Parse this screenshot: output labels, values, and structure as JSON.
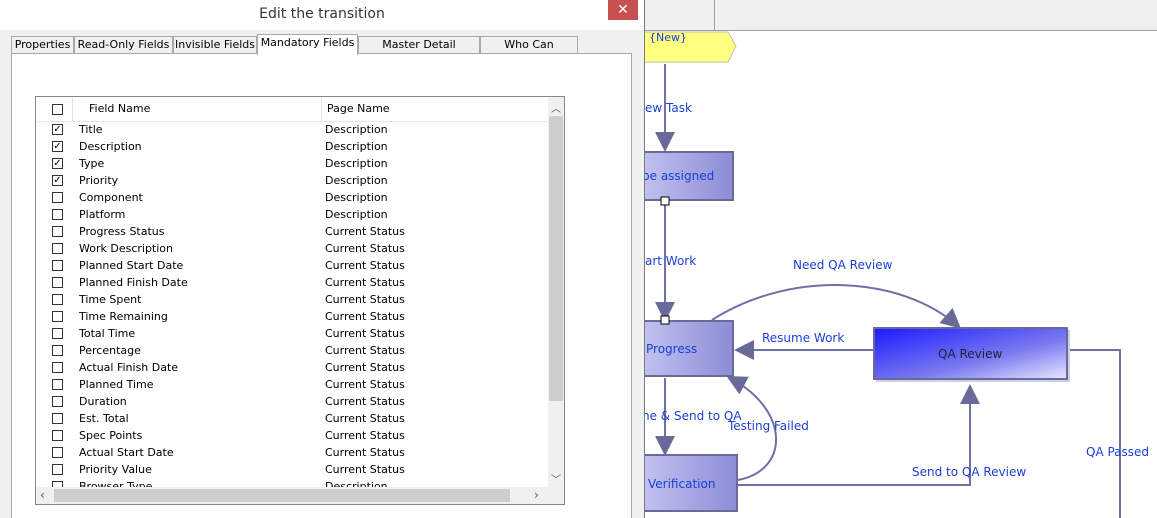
{
  "dialog": {
    "title": "Edit the transition",
    "close_glyph": "✕",
    "tabs": [
      {
        "label": "Properties"
      },
      {
        "label": "Read-Only Fields"
      },
      {
        "label": "Invisible Fields"
      },
      {
        "label": "Mandatory Fields"
      },
      {
        "label": "Master Detail Relation"
      },
      {
        "label": "Who Can Perform"
      }
    ],
    "active_tab": "Mandatory Fields",
    "grid": {
      "columns": [
        "Field Name",
        "Page Name"
      ],
      "rows": [
        {
          "checked": true,
          "field": "Title",
          "page": "Description"
        },
        {
          "checked": true,
          "field": "Description",
          "page": "Description"
        },
        {
          "checked": true,
          "field": "Type",
          "page": "Description"
        },
        {
          "checked": true,
          "field": "Priority",
          "page": "Description"
        },
        {
          "checked": false,
          "field": "Component",
          "page": "Description"
        },
        {
          "checked": false,
          "field": "Platform",
          "page": "Description"
        },
        {
          "checked": false,
          "field": "Progress Status",
          "page": "Current Status"
        },
        {
          "checked": false,
          "field": "Work Description",
          "page": "Current Status"
        },
        {
          "checked": false,
          "field": "Planned Start Date",
          "page": "Current Status"
        },
        {
          "checked": false,
          "field": "Planned Finish Date",
          "page": "Current Status"
        },
        {
          "checked": false,
          "field": "Time Spent",
          "page": "Current Status"
        },
        {
          "checked": false,
          "field": "Time Remaining",
          "page": "Current Status"
        },
        {
          "checked": false,
          "field": "Total Time",
          "page": "Current Status"
        },
        {
          "checked": false,
          "field": "Percentage",
          "page": "Current Status"
        },
        {
          "checked": false,
          "field": "Actual Finish Date",
          "page": "Current Status"
        },
        {
          "checked": false,
          "field": "Planned Time",
          "page": "Current Status"
        },
        {
          "checked": false,
          "field": "Duration",
          "page": "Current Status"
        },
        {
          "checked": false,
          "field": "Est. Total",
          "page": "Current Status"
        },
        {
          "checked": false,
          "field": "Spec Points",
          "page": "Current Status"
        },
        {
          "checked": false,
          "field": "Actual Start Date",
          "page": "Current Status"
        },
        {
          "checked": false,
          "field": "Priority Value",
          "page": "Current Status"
        },
        {
          "checked": false,
          "field": "Browser Type",
          "page": "Description"
        }
      ]
    }
  },
  "workflow": {
    "start_node": "{New}",
    "states": {
      "to_be_assigned": "be assigned",
      "in_progress": "Progress",
      "qa_review": "QA Review",
      "verification": "Verification"
    },
    "transitions": {
      "new_task": "ew Task",
      "start_work": "art Work",
      "need_qa_review": "Need QA Review",
      "resume_work": "Resume Work",
      "done_send_qa": "ne & Send to QA",
      "testing_failed": "Testing Failed",
      "send_to_qa_review": "Send to QA Review",
      "qa_passed": "QA Passed"
    },
    "colors": {
      "state_fill_dark": "#2020ff",
      "state_fill_light": "#b8b8f0",
      "link_text": "#1a3fd6",
      "arrow": "#7070a8",
      "start_fill": "#ffff80"
    }
  }
}
